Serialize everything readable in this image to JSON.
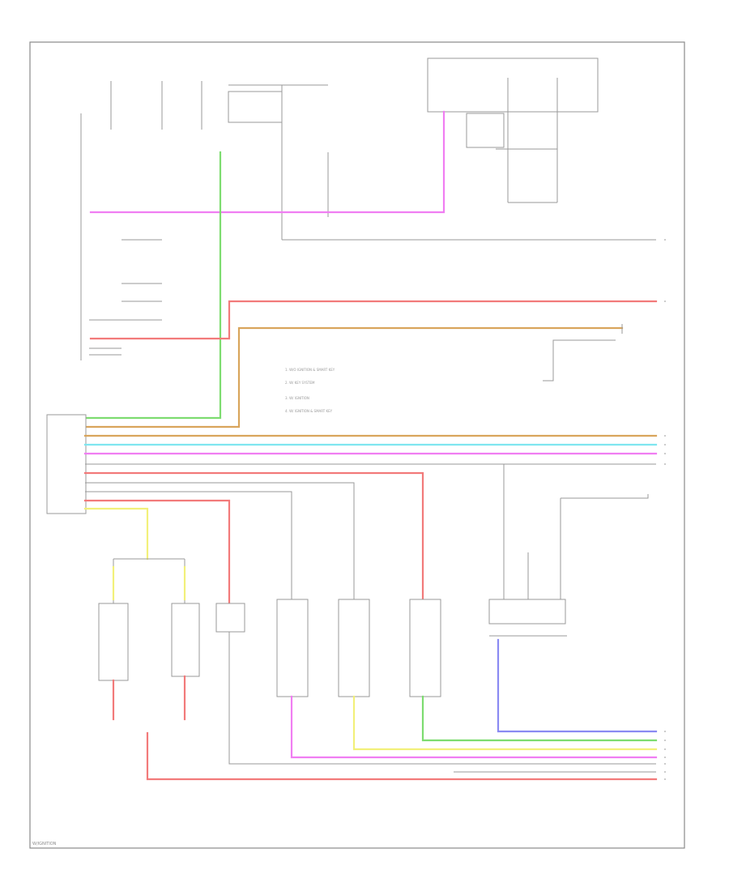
{
  "legend": {
    "items": [
      "1. W/O IGNITION & SMART KEY",
      "2. W/ KEY SYSTEM",
      "3. W/ IGNITION",
      "4. W/ IGNITION & SMART KEY"
    ]
  },
  "footer": {
    "text": "W/IGNITION"
  },
  "wire_colors": {
    "pink": "#f07ef2",
    "green": "#7ddc70",
    "red": "#f27a7a",
    "orange": "#d9a55c",
    "cyan": "#7fe6f0",
    "yellow": "#f2f07a",
    "blue": "#8a8af2",
    "gray": "#9a9a9a",
    "black": "#555555"
  }
}
